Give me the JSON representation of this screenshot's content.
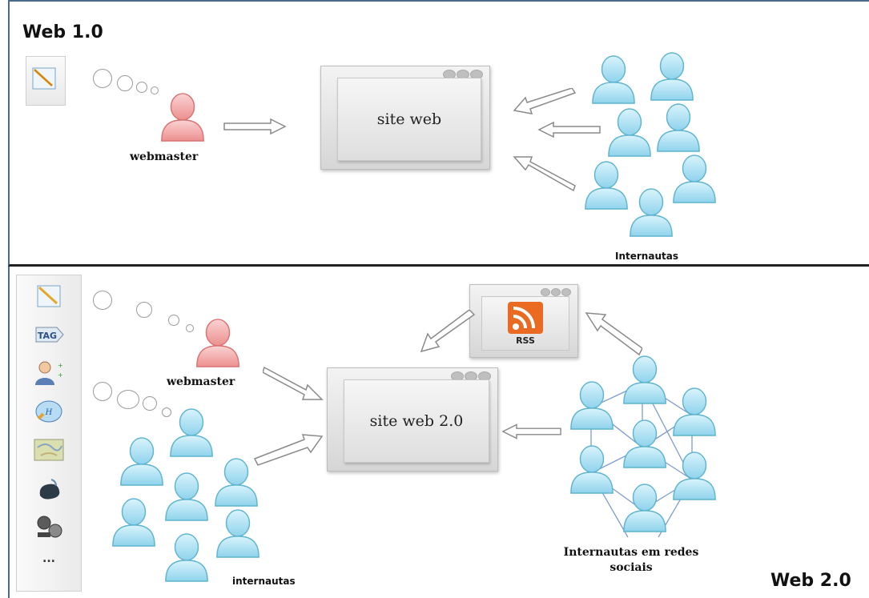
{
  "web1": {
    "title": "Web 1.0",
    "site_label": "site  web",
    "webmaster_label": "webmaster",
    "users_label": "Internautas"
  },
  "web2": {
    "title": "Web 2.0",
    "site_label": "site  web 2.0",
    "webmaster_label": "webmaster",
    "rss_label": "RSS",
    "users_label": "internautas",
    "social_label_line1": "Internautas em redes",
    "social_label_line2": "sociais",
    "toolbar_more": "..."
  },
  "icons": {
    "toolbar": [
      "notepad-icon",
      "tag-icon",
      "user-chat-icon",
      "messenger-icon",
      "map-icon",
      "phone-icon",
      "film-icon"
    ],
    "tag_text": "TAG"
  },
  "colors": {
    "user_blue": "#a9e2f3",
    "user_blue_dark": "#5fb4cf",
    "webmaster_red": "#f4a7a7",
    "webmaster_red_dark": "#d97272",
    "rss_orange": "#ea6a22",
    "network_line": "#7d9ccf"
  }
}
